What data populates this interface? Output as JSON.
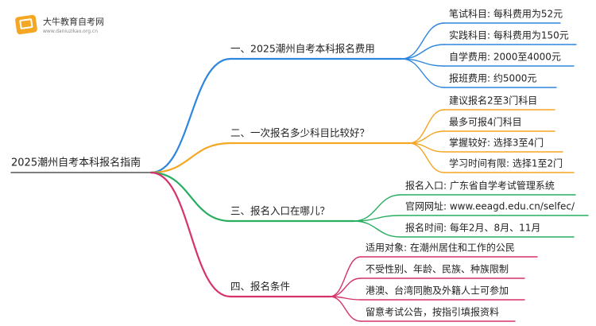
{
  "logo": {
    "title": "大牛教育自考网",
    "url": "www.daniuzikao.org.cn"
  },
  "root": {
    "label": "2025潮州自考本科报名指南"
  },
  "branches": [
    {
      "id": "fees",
      "label": "一、2025潮州自考本科报名费用",
      "color": "#2e86de",
      "children": [
        "笔试科目: 每科费用为52元",
        "实践科目: 每科费用为150元",
        "自学费用: 2000至4000元",
        "报班费用: 约5000元"
      ]
    },
    {
      "id": "subjects",
      "label": "二、一次报名多少科目比较好？",
      "color": "#f5a623",
      "children": [
        "建议报名2至3门科目",
        "最多可报4门科目",
        "掌握较好: 选择3至4门",
        "学习时间有限: 选择1至2门"
      ]
    },
    {
      "id": "entry",
      "label": "三、报名入口在哪儿？",
      "color": "#27ae60",
      "children": [
        "报名入口: 广东省自学考试管理系统",
        "官网网址: www.eeagd.edu.cn/selfec/",
        "报名时间: 每年2月、8月、11月"
      ]
    },
    {
      "id": "conditions",
      "label": "四、报名条件",
      "color": "#d6336c",
      "children": [
        "适用对象: 在潮州居住和工作的公民",
        "不受性别、年龄、民族、种族限制",
        "港澳、台湾同胞及外籍人士可参加",
        "留意考试公告，按指引填报资料"
      ]
    }
  ]
}
